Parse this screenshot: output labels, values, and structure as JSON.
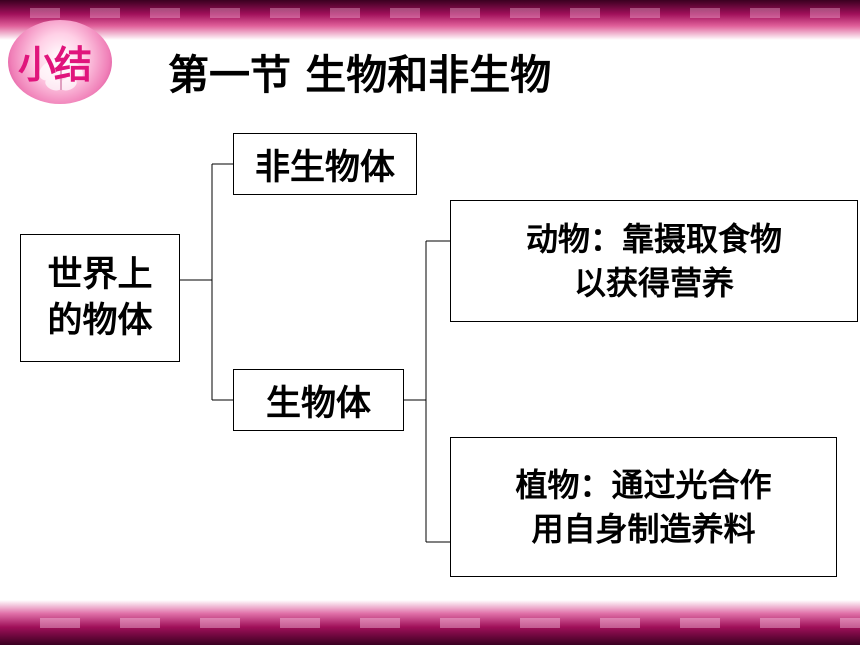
{
  "badge": {
    "label": "小结"
  },
  "title": "第一节  生物和非生物",
  "nodes": {
    "root": {
      "line1": "世界上",
      "line2": "的物体"
    },
    "nonliving": {
      "label": "非生物体"
    },
    "living": {
      "label": "生物体"
    },
    "animal": {
      "line1": "动物：靠摄取食物",
      "line2": "以获得营养"
    },
    "plant": {
      "line1": "植物：通过光合作",
      "line2": "用自身制造养料"
    }
  },
  "colors": {
    "accent": "#e0147c",
    "band": "#a0105a"
  }
}
